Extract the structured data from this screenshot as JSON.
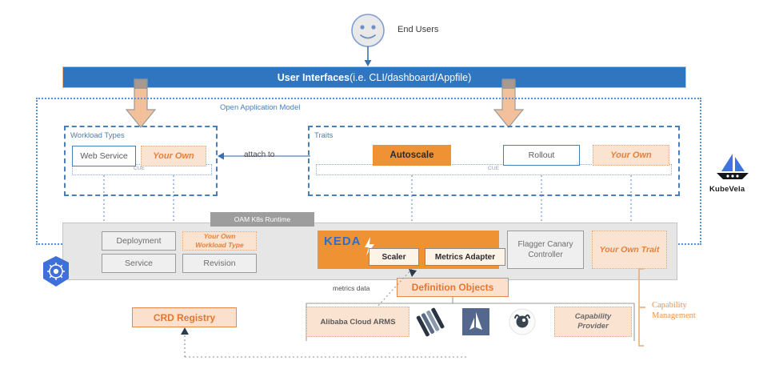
{
  "diagram": {
    "title": "KubeVela / OAM architecture",
    "colors": {
      "blue": "#2f75c0",
      "orange": "#ef9234",
      "peach": "#fbe3d2",
      "orange_text": "#e8752a",
      "gray_panel": "#e6e6e6",
      "dotted_blue": "#5b8fd0"
    }
  },
  "actors": {
    "end_users_label": "End Users",
    "face_icon": "smiley-face-icon"
  },
  "user_interfaces": {
    "bold": "User Interfaces",
    "rest": " (i.e. CLI/dashboard/Appfile)"
  },
  "oam": {
    "title": "Open Application Model",
    "workload_group": {
      "title": "Workload Types",
      "items": [
        {
          "label": "Web Service",
          "style": "blue-outline"
        },
        {
          "label": "Your Own",
          "style": "your-own"
        }
      ],
      "cue_label": "CUE"
    },
    "traits_group": {
      "title": "Traits",
      "items": [
        {
          "label": "Autoscale",
          "style": "orange-filled"
        },
        {
          "label": "Rollout",
          "style": "blue-outline"
        },
        {
          "label": "Your Own",
          "style": "your-own"
        }
      ],
      "cue_label": "CUE"
    },
    "attach_label": "attach to"
  },
  "runtime": {
    "tag": "OAM K8s Runtime",
    "workload_nodes": [
      {
        "label": "Deployment",
        "style": "gray"
      },
      {
        "label": "Service",
        "style": "gray"
      },
      {
        "label": "Revision",
        "style": "gray"
      }
    ],
    "your_own_workload": {
      "line1": "Your Own",
      "line2": "Workload Type"
    },
    "keda": {
      "logo_text": "KEDA",
      "children": [
        {
          "label": "Scaler"
        },
        {
          "label": "Metrics Adapter"
        }
      ]
    },
    "flagger": {
      "line1": "Flagger Canary",
      "line2": "Controller"
    },
    "your_own_trait": "Your Own Trait"
  },
  "bottom": {
    "crd_registry": "CRD Registry",
    "definition_objects": "Definition Objects",
    "metrics_data": "metrics data",
    "providers": [
      {
        "label": "Alibaba Cloud ARMS",
        "style": "peach-box"
      },
      {
        "label": "prometheus-icon",
        "style": "icon"
      },
      {
        "label": "istio-icon",
        "style": "icon"
      },
      {
        "label": "jaeger-icon",
        "style": "icon"
      },
      {
        "label": "Capability\nProvider",
        "line1": "Capability",
        "line2": "Provider",
        "style": "peach-box-italic"
      }
    ],
    "capability_management": {
      "line1": "Capability",
      "line2": "Management"
    }
  },
  "branding": {
    "kubevela_label": "KubeVela",
    "kubevela_icon": "sailboat-icon",
    "kubernetes_icon": "kubernetes-helm-icon"
  }
}
